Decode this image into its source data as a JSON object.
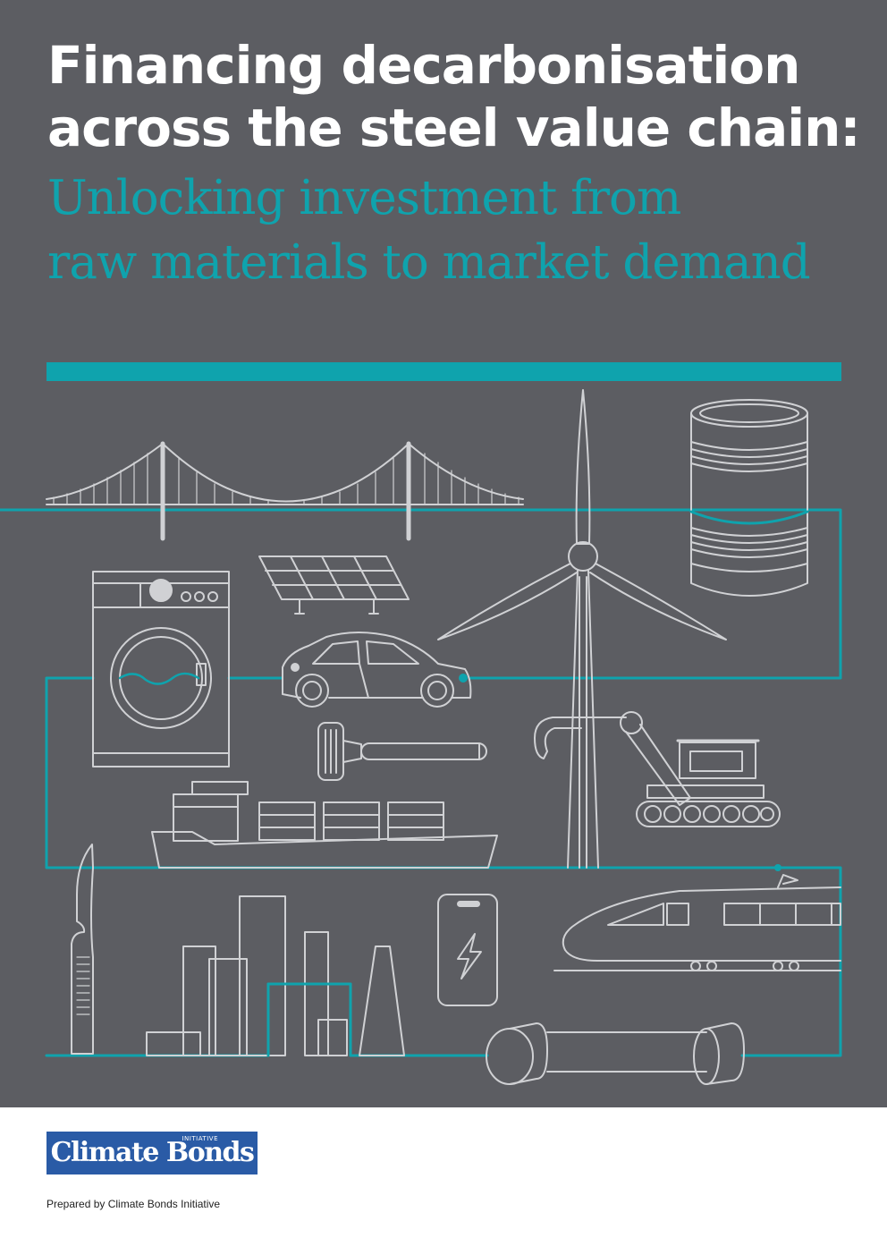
{
  "cover": {
    "title_line1": "Financing decarbonisation",
    "title_line2": "across the steel value chain:",
    "subtitle_line1": "Unlocking investment from",
    "subtitle_line2": "raw materials to market demand"
  },
  "logo": {
    "name": "Climate Bonds",
    "sub": "INITIATIVE"
  },
  "footer": {
    "prepared_by": "Prepared by Climate Bonds Initiative"
  },
  "colors": {
    "background": "#5c5d62",
    "accent": "#0fa3ad",
    "line_art": "#d0d1d4",
    "logo_blue": "#2a5ba6"
  },
  "icons": [
    "suspension-bridge-icon",
    "oil-barrel-icon",
    "wind-turbine-icon",
    "solar-panel-icon",
    "washing-machine-icon",
    "car-icon",
    "razor-icon",
    "oil-pump-icon",
    "excavator-icon",
    "cargo-ship-icon",
    "surgical-knife-icon",
    "industrial-buildings-icon",
    "smartphone-icon",
    "high-speed-train-icon",
    "pipe-icon"
  ]
}
